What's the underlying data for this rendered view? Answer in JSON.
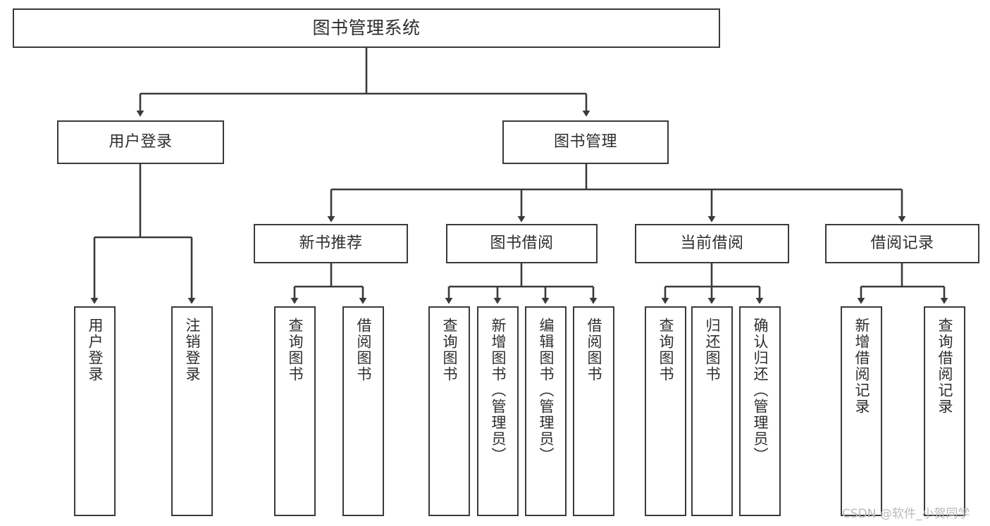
{
  "diagram": {
    "title": "图书管理系统",
    "type": "hierarchy-tree",
    "stroke_color": "#3a3a3a",
    "text_color": "#2e2e2e",
    "background_color": "#ffffff"
  },
  "nodes": {
    "root": {
      "label": "图书管理系统"
    },
    "level2": [
      {
        "label": "用户登录"
      },
      {
        "label": "图书管理"
      }
    ],
    "level3": [
      {
        "label": "新书推荐"
      },
      {
        "label": "图书借阅"
      },
      {
        "label": "当前借阅"
      },
      {
        "label": "借阅记录"
      }
    ],
    "leaves_user_login": [
      {
        "label": "用户登录"
      },
      {
        "label": "注销登录"
      }
    ],
    "leaves_new_book": [
      {
        "label": "查询图书"
      },
      {
        "label": "借阅图书"
      }
    ],
    "leaves_borrow": [
      {
        "label": "查询图书"
      },
      {
        "label": "新增图书（管理员）"
      },
      {
        "label": "编辑图书（管理员）"
      },
      {
        "label": "借阅图书"
      }
    ],
    "leaves_current": [
      {
        "label": "查询图书"
      },
      {
        "label": "归还图书"
      },
      {
        "label": "确认归还（管理员）"
      }
    ],
    "leaves_records": [
      {
        "label": "新增借阅记录"
      },
      {
        "label": "查询借阅记录"
      }
    ]
  },
  "watermark": {
    "text": "CSDN @软件_小贺同学"
  }
}
